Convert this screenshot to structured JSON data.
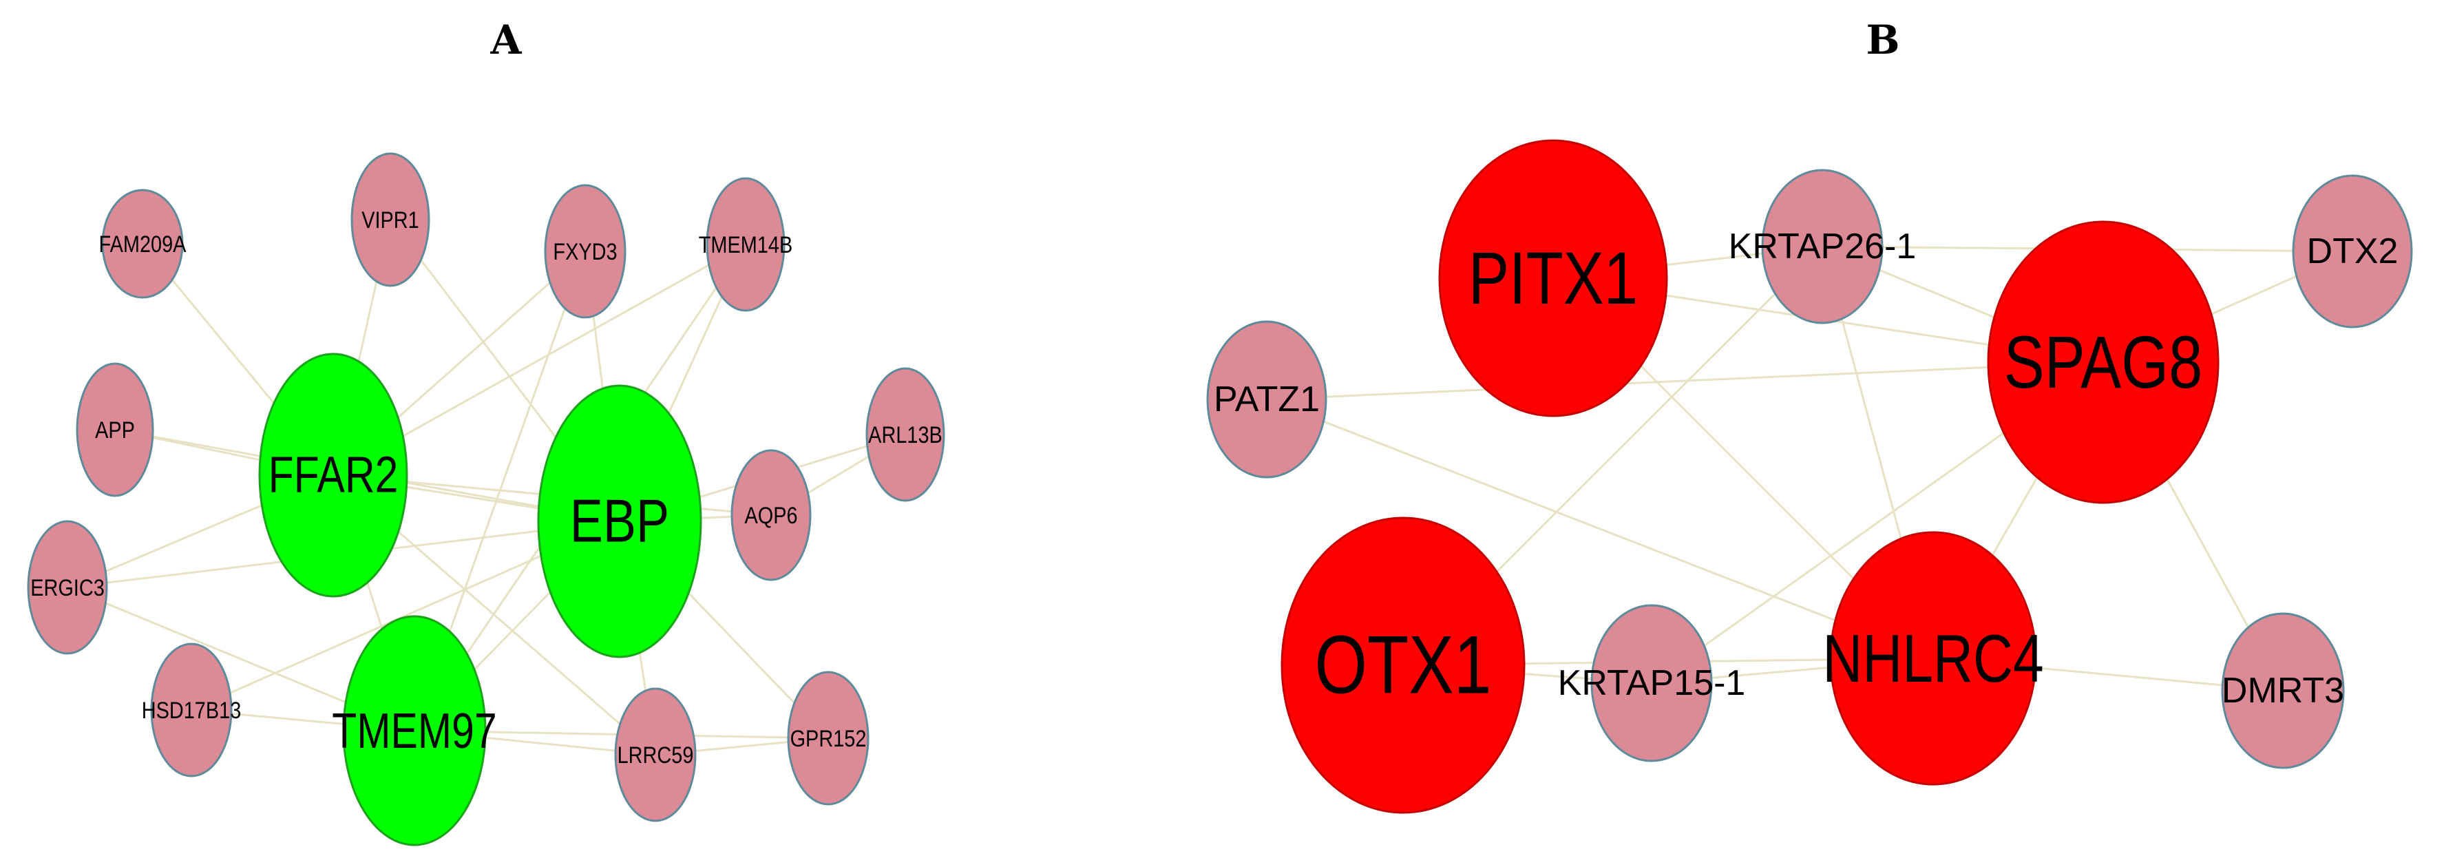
{
  "colors": {
    "hub_green": "#00ff00",
    "hub_green_stroke": "#1aa31a",
    "hub_red": "#ff0000",
    "hub_red_stroke": "#c40000",
    "neighbor_pink": "#dc8a96",
    "neighbor_stroke": "#5f8a99",
    "edge": "#e6e2c3"
  },
  "panels": [
    {
      "label": "A",
      "nodes": [
        {
          "id": "FAM209A",
          "label": "FAM209A",
          "type": "neighbor"
        },
        {
          "id": "VIPR1",
          "label": "VIPR1",
          "type": "neighbor"
        },
        {
          "id": "FXYD3",
          "label": "FXYD3",
          "type": "neighbor"
        },
        {
          "id": "TMEM14B",
          "label": "TMEM14B",
          "type": "neighbor"
        },
        {
          "id": "APP",
          "label": "APP",
          "type": "neighbor"
        },
        {
          "id": "ARL13B",
          "label": "ARL13B",
          "type": "neighbor"
        },
        {
          "id": "AQP6",
          "label": "AQP6",
          "type": "neighbor"
        },
        {
          "id": "ERGIC3",
          "label": "ERGIC3",
          "type": "neighbor"
        },
        {
          "id": "HSD17B13",
          "label": "HSD17B13",
          "type": "neighbor"
        },
        {
          "id": "LRRC59",
          "label": "LRRC59",
          "type": "neighbor"
        },
        {
          "id": "GPR152",
          "label": "GPR152",
          "type": "neighbor"
        },
        {
          "id": "FFAR2",
          "label": "FFAR2",
          "type": "hub"
        },
        {
          "id": "EBP",
          "label": "EBP",
          "type": "hub"
        },
        {
          "id": "TMEM97",
          "label": "TMEM97",
          "type": "hub"
        }
      ],
      "edges": [
        [
          "FFAR2",
          "FAM209A"
        ],
        [
          "FFAR2",
          "VIPR1"
        ],
        [
          "FFAR2",
          "FXYD3"
        ],
        [
          "FFAR2",
          "TMEM14B"
        ],
        [
          "FFAR2",
          "APP"
        ],
        [
          "FFAR2",
          "ERGIC3"
        ],
        [
          "FFAR2",
          "EBP"
        ],
        [
          "FFAR2",
          "TMEM97"
        ],
        [
          "FFAR2",
          "AQP6"
        ],
        [
          "FFAR2",
          "LRRC59"
        ],
        [
          "EBP",
          "VIPR1"
        ],
        [
          "EBP",
          "FXYD3"
        ],
        [
          "EBP",
          "TMEM14B"
        ],
        [
          "EBP",
          "AQP6"
        ],
        [
          "EBP",
          "ARL13B"
        ],
        [
          "EBP",
          "ERGIC3"
        ],
        [
          "EBP",
          "TMEM97"
        ],
        [
          "EBP",
          "HSD17B13"
        ],
        [
          "EBP",
          "GPR152"
        ],
        [
          "EBP",
          "LRRC59"
        ],
        [
          "EBP",
          "APP"
        ],
        [
          "TMEM97",
          "FXYD3"
        ],
        [
          "TMEM97",
          "ERGIC3"
        ],
        [
          "TMEM97",
          "HSD17B13"
        ],
        [
          "TMEM97",
          "LRRC59"
        ],
        [
          "TMEM97",
          "GPR152"
        ],
        [
          "TMEM97",
          "TMEM14B"
        ],
        [
          "AQP6",
          "ARL13B"
        ],
        [
          "LRRC59",
          "GPR152"
        ]
      ]
    },
    {
      "label": "B",
      "nodes": [
        {
          "id": "PITX1",
          "label": "PITX1",
          "type": "hub"
        },
        {
          "id": "KRTAP26-1",
          "label": "KRTAP26-1",
          "type": "neighbor"
        },
        {
          "id": "SPAG8",
          "label": "SPAG8",
          "type": "hub"
        },
        {
          "id": "DTX2",
          "label": "DTX2",
          "type": "neighbor"
        },
        {
          "id": "PATZ1",
          "label": "PATZ1",
          "type": "neighbor"
        },
        {
          "id": "OTX1",
          "label": "OTX1",
          "type": "hub"
        },
        {
          "id": "KRTAP15-1",
          "label": "KRTAP15-1",
          "type": "neighbor"
        },
        {
          "id": "NHLRC4",
          "label": "NHLRC4",
          "type": "hub"
        },
        {
          "id": "DMRT3",
          "label": "DMRT3",
          "type": "neighbor"
        }
      ],
      "edges": [
        [
          "PITX1",
          "KRTAP26-1"
        ],
        [
          "PITX1",
          "SPAG8"
        ],
        [
          "PITX1",
          "NHLRC4"
        ],
        [
          "KRTAP26-1",
          "SPAG8"
        ],
        [
          "KRTAP26-1",
          "OTX1"
        ],
        [
          "KRTAP26-1",
          "NHLRC4"
        ],
        [
          "SPAG8",
          "DTX2"
        ],
        [
          "SPAG8",
          "PATZ1"
        ],
        [
          "SPAG8",
          "DMRT3"
        ],
        [
          "SPAG8",
          "NHLRC4"
        ],
        [
          "SPAG8",
          "KRTAP15-1"
        ],
        [
          "PATZ1",
          "NHLRC4"
        ],
        [
          "DTX2",
          "KRTAP26-1"
        ],
        [
          "OTX1",
          "KRTAP15-1"
        ],
        [
          "OTX1",
          "NHLRC4"
        ],
        [
          "KRTAP15-1",
          "NHLRC4"
        ],
        [
          "NHLRC4",
          "DMRT3"
        ]
      ]
    }
  ]
}
